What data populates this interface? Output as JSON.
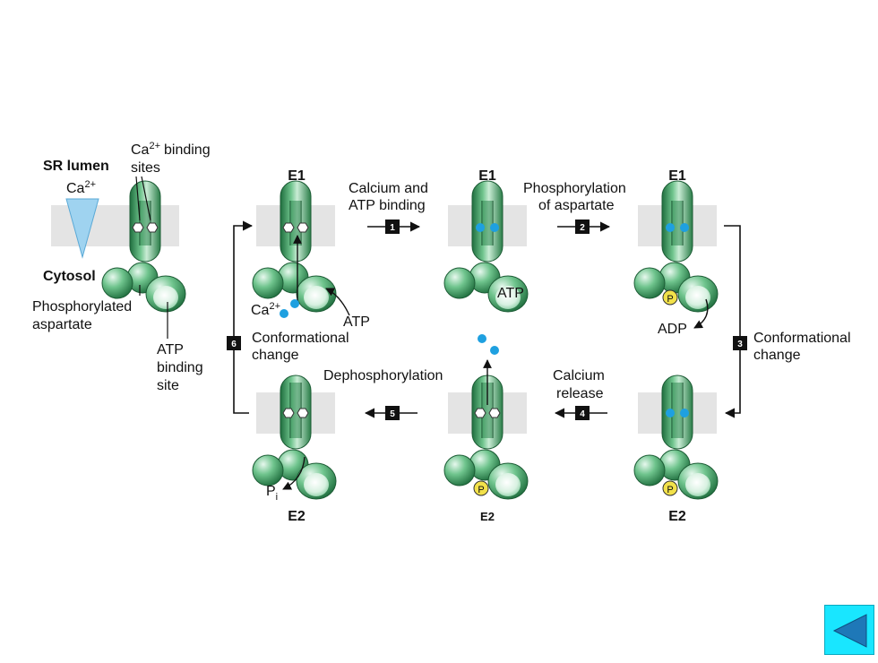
{
  "colors": {
    "protein": "#3f9e63",
    "calcium": "#1ea0e0",
    "membrane": "#e4e4e4",
    "phosphate": "#f2e14a",
    "nav": "#19e6ff"
  },
  "legend": {
    "sr_lumen": "SR lumen",
    "ca_ion": "Ca",
    "ca_charge": "2+",
    "binding_sites_ca": "Ca",
    "binding_sites_charge": "2+",
    "binding_sites_text": "binding",
    "binding_sites_line2": "sites",
    "cytosol": "Cytosol",
    "phospho_line1": "Phosphorylated",
    "phospho_line2": "aspartate",
    "atp_site_line1": "ATP",
    "atp_site_line2": "binding",
    "atp_site_line3": "site"
  },
  "states": {
    "s1": "E1",
    "s2": "E1",
    "s3": "E1",
    "s4": "E2",
    "s5": "E2",
    "s6": "E2"
  },
  "steps": {
    "step1": {
      "num": "1",
      "line1": "Calcium and",
      "line2": "ATP binding"
    },
    "step2": {
      "num": "2",
      "line1": "Phosphorylation",
      "line2": "of aspartate"
    },
    "step3": {
      "num": "3",
      "line1": "Conformational",
      "line2": "change"
    },
    "step4": {
      "num": "4",
      "line1": "Calcium",
      "line2": "release"
    },
    "step5": {
      "num": "5",
      "line1": "Dephosphorylation"
    },
    "step6": {
      "num": "6",
      "line1": "Conformational",
      "line2": "change"
    }
  },
  "labels": {
    "ca_in": "Ca",
    "ca_in_charge": "2+",
    "atp_in": "ATP",
    "atp_bound": "ATP",
    "adp": "ADP",
    "pi": "P",
    "pi_sub": "i",
    "p": "P"
  }
}
